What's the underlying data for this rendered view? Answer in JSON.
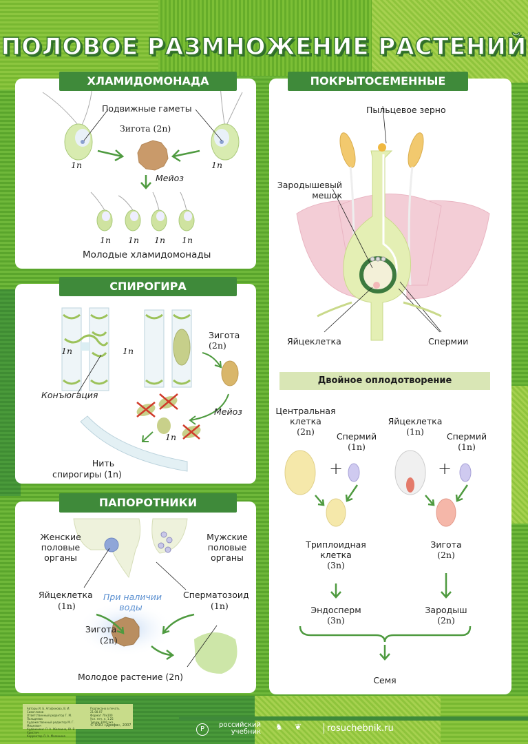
{
  "title": "ПОЛОВОЕ РАЗМНОЖЕНИЕ РАСТЕНИЙ",
  "colors": {
    "header_green": "#3f8a3a",
    "arrow_green": "#4e9a3f",
    "subheader": "#d9e6b5",
    "water_blue": "#5a8fd0"
  },
  "chlamydomonas": {
    "header": "ХЛАМИДОМОНАДА",
    "motile_gametes": "Подвижные гаметы",
    "zygote": "Зигота (2n)",
    "gamete_left_ploidy": "1n",
    "gamete_right_ploidy": "1n",
    "meiosis": "Мейоз",
    "young_ploidy": [
      "1n",
      "1n",
      "1n",
      "1n"
    ],
    "young": "Молодые хламидомонады"
  },
  "spirogyra": {
    "header": "СПИРОГИРА",
    "left_ploidy": "1n",
    "right_ploidy": "1n",
    "conjugation": "Конъюгация",
    "zygote_line1": "Зигота",
    "zygote_line2": "(2n)",
    "meiosis": "Мейоз",
    "spore_ploidy": "1n",
    "filament_line1": "Нить",
    "filament_line2": "спирогиры (1n)"
  },
  "ferns": {
    "header": "ПАПОРОТНИКИ",
    "female_organs": [
      "Женские",
      "половые",
      "органы"
    ],
    "male_organs": [
      "Мужские",
      "половые",
      "органы"
    ],
    "egg": "Яйцеклетка",
    "egg_ploidy": "(1n)",
    "sperm": "Сперматозоид",
    "sperm_ploidy": "(1n)",
    "water_note": [
      "При наличии",
      "воды"
    ],
    "zygote": "Зигота",
    "zygote_ploidy": "(2n)",
    "young_plant": "Молодое растение  (2n)"
  },
  "angiosperms": {
    "header": "ПОКРЫТОСЕМЕННЫЕ",
    "pollen_grain": "Пыльцевое зерно",
    "embryo_sac": [
      "Зародышевый",
      "мешок"
    ],
    "egg_cell": "Яйцеклетка",
    "sperms": "Спермии"
  },
  "double_fertilization": {
    "header": "Двойное оплодотворение",
    "central_cell": [
      "Центральная",
      "клетка",
      "(2n)"
    ],
    "sperm_left": [
      "Спермий",
      "(1n)"
    ],
    "egg_cell": [
      "Яйцеклетка",
      "(1n)"
    ],
    "sperm_right": [
      "Спермий",
      "(1n)"
    ],
    "plus": "+",
    "triploid": [
      "Триплоидная",
      "клетка",
      "(3n)"
    ],
    "zygote": [
      "Зигота",
      "(2n)"
    ],
    "endosperm": [
      "Эндосперм",
      "(3n)"
    ],
    "embryo": [
      "Зародыш",
      "(2n)"
    ],
    "seed": "Семя"
  },
  "footer": {
    "credits": [
      "Авторы И. Б. Агафонова, В. И. Сивоглазов",
      "Ответственный редактор Г. М. Пальдяева",
      "Художественный редактор М. Г. Мицкевич",
      "Художники: Л. А. Жилкина, Ю. В. Христич",
      "Корректор Л. А. Малинина"
    ],
    "print_info": [
      "Подписано в печать 21.08.07",
      "Формат 70х100",
      "Усл. печ. л. 1,25",
      "Тираж 3000 экз."
    ],
    "copyright": "© ООО «Дрофа», 2007",
    "publisher_line1": "российский",
    "publisher_line2": "учебник",
    "website": "rosuchebnik.ru"
  }
}
